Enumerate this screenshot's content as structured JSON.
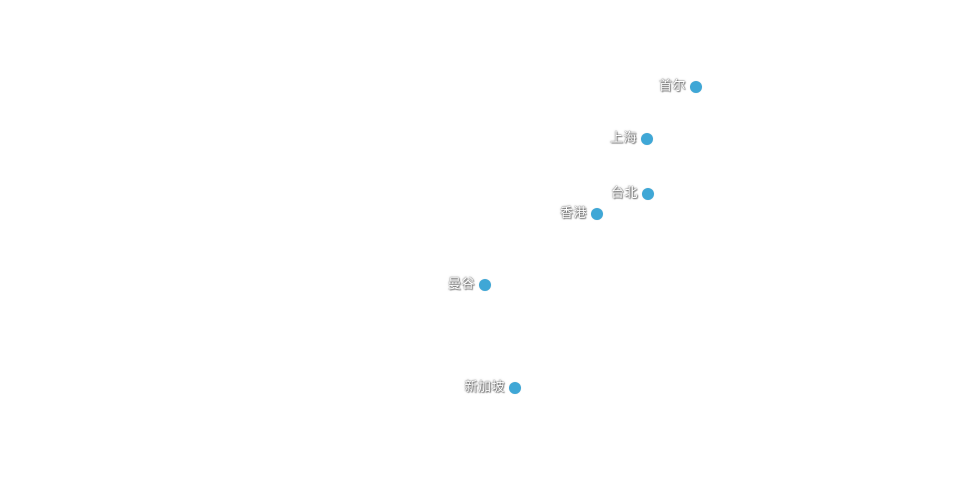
{
  "map": {
    "marker_color": "#3fa7d6",
    "cities": [
      {
        "name": "首尔"
      },
      {
        "name": "上海"
      },
      {
        "name": "台北"
      },
      {
        "name": "香港"
      },
      {
        "name": "曼谷"
      },
      {
        "name": "新加坡"
      }
    ]
  }
}
